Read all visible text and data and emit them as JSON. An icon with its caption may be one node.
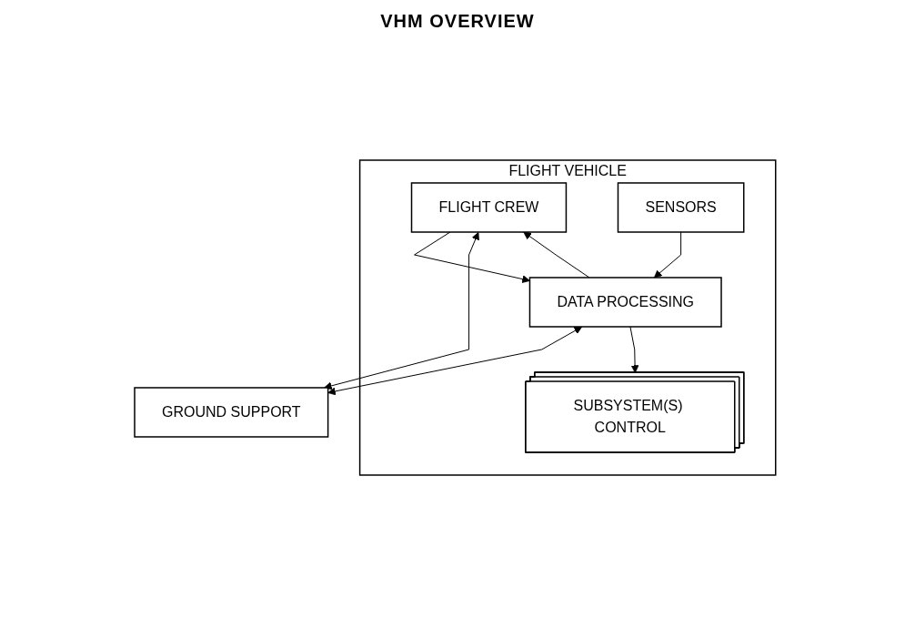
{
  "diagram": {
    "title": "VHM OVERVIEW",
    "nodes": [
      {
        "text": [
          "FLIGHT VEHICLE"
        ]
      },
      {
        "text": [
          "FLIGHT CREW"
        ],
        "in": 0
      },
      {
        "text": [
          "DATA PROCESSING"
        ],
        "in": 0
      },
      {
        "text": [
          "SENSORS"
        ],
        "in": 0
      },
      {
        "text": [
          "SUBSYSTEM(S) CONTROL"
        ],
        "in": 0
      },
      {
        "text": [
          "GROUND SUPPORT"
        ]
      }
    ],
    "edges": [
      {
        "from": 2,
        "to": 1,
        "arrow": "to"
      },
      {
        "from": 1,
        "to": 2,
        "arrow": "to"
      },
      {
        "from": 1,
        "to": 5,
        "arrow": "both"
      },
      {
        "from": 2,
        "to": 5,
        "arrow": "both"
      },
      {
        "from": 3,
        "to": 2,
        "arrow": "to"
      },
      {
        "from": 2,
        "to": 4,
        "arrow": "to"
      }
    ]
  }
}
